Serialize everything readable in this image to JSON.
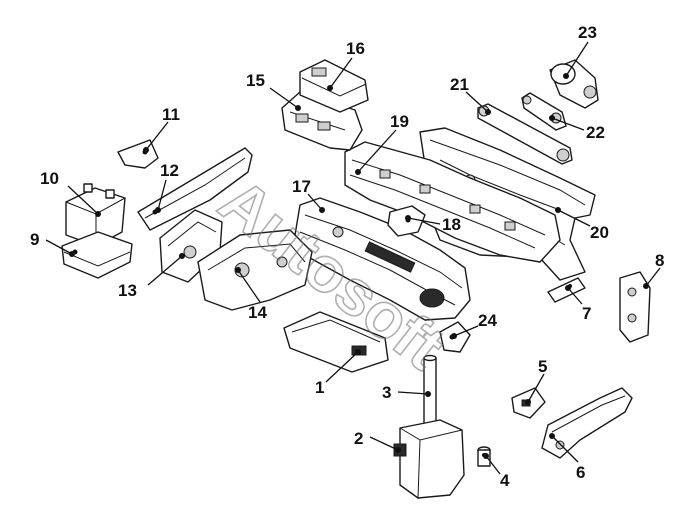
{
  "watermark": "Autosoft",
  "callouts": [
    {
      "id": "c1",
      "text": "1"
    },
    {
      "id": "c2",
      "text": "2"
    },
    {
      "id": "c3",
      "text": "3"
    },
    {
      "id": "c4",
      "text": "4"
    },
    {
      "id": "c5",
      "text": "5"
    },
    {
      "id": "c6",
      "text": "6"
    },
    {
      "id": "c7",
      "text": "7"
    },
    {
      "id": "c8",
      "text": "8"
    },
    {
      "id": "c9",
      "text": "9"
    },
    {
      "id": "c10",
      "text": "10"
    },
    {
      "id": "c11",
      "text": "11"
    },
    {
      "id": "c12",
      "text": "12"
    },
    {
      "id": "c13",
      "text": "13"
    },
    {
      "id": "c14",
      "text": "14"
    },
    {
      "id": "c15",
      "text": "15"
    },
    {
      "id": "c16",
      "text": "16"
    },
    {
      "id": "c17",
      "text": "17"
    },
    {
      "id": "c18",
      "text": "18"
    },
    {
      "id": "c19",
      "text": "19"
    },
    {
      "id": "c20",
      "text": "20"
    },
    {
      "id": "c21",
      "text": "21"
    },
    {
      "id": "c22",
      "text": "22"
    },
    {
      "id": "c23",
      "text": "23"
    },
    {
      "id": "c24",
      "text": "24"
    }
  ]
}
